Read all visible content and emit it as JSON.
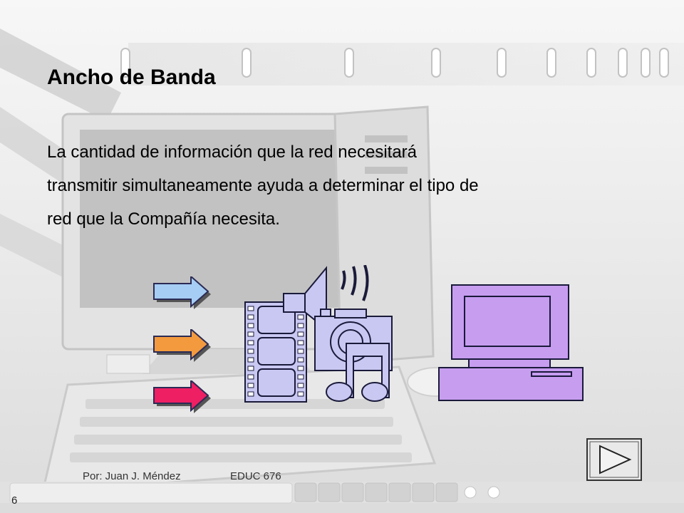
{
  "slide": {
    "title": "Ancho de Banda",
    "body_lines": [
      "La cantidad de información que la red necesitará",
      "transmitir simultaneamente ayuda a determinar el tipo de",
      "red que la Compañía necesita."
    ],
    "footer_author": "Por: Juan J. Méndez",
    "footer_course": "EDUC 676",
    "page_number": "6"
  },
  "colors": {
    "arrow_blue": "#a6cdf3",
    "arrow_orange": "#f39a3e",
    "arrow_pink": "#ee1f63",
    "media_fill": "#c9c8f2",
    "computer_fill": "#c79df0"
  },
  "icons": {
    "arrows": [
      "arrow-right-icon",
      "arrow-right-icon",
      "arrow-right-icon"
    ],
    "media": [
      "film-strip-icon",
      "speaker-icon",
      "camera-icon",
      "music-note-icon"
    ],
    "computer": "computer-icon",
    "nav": "play-next-icon"
  }
}
